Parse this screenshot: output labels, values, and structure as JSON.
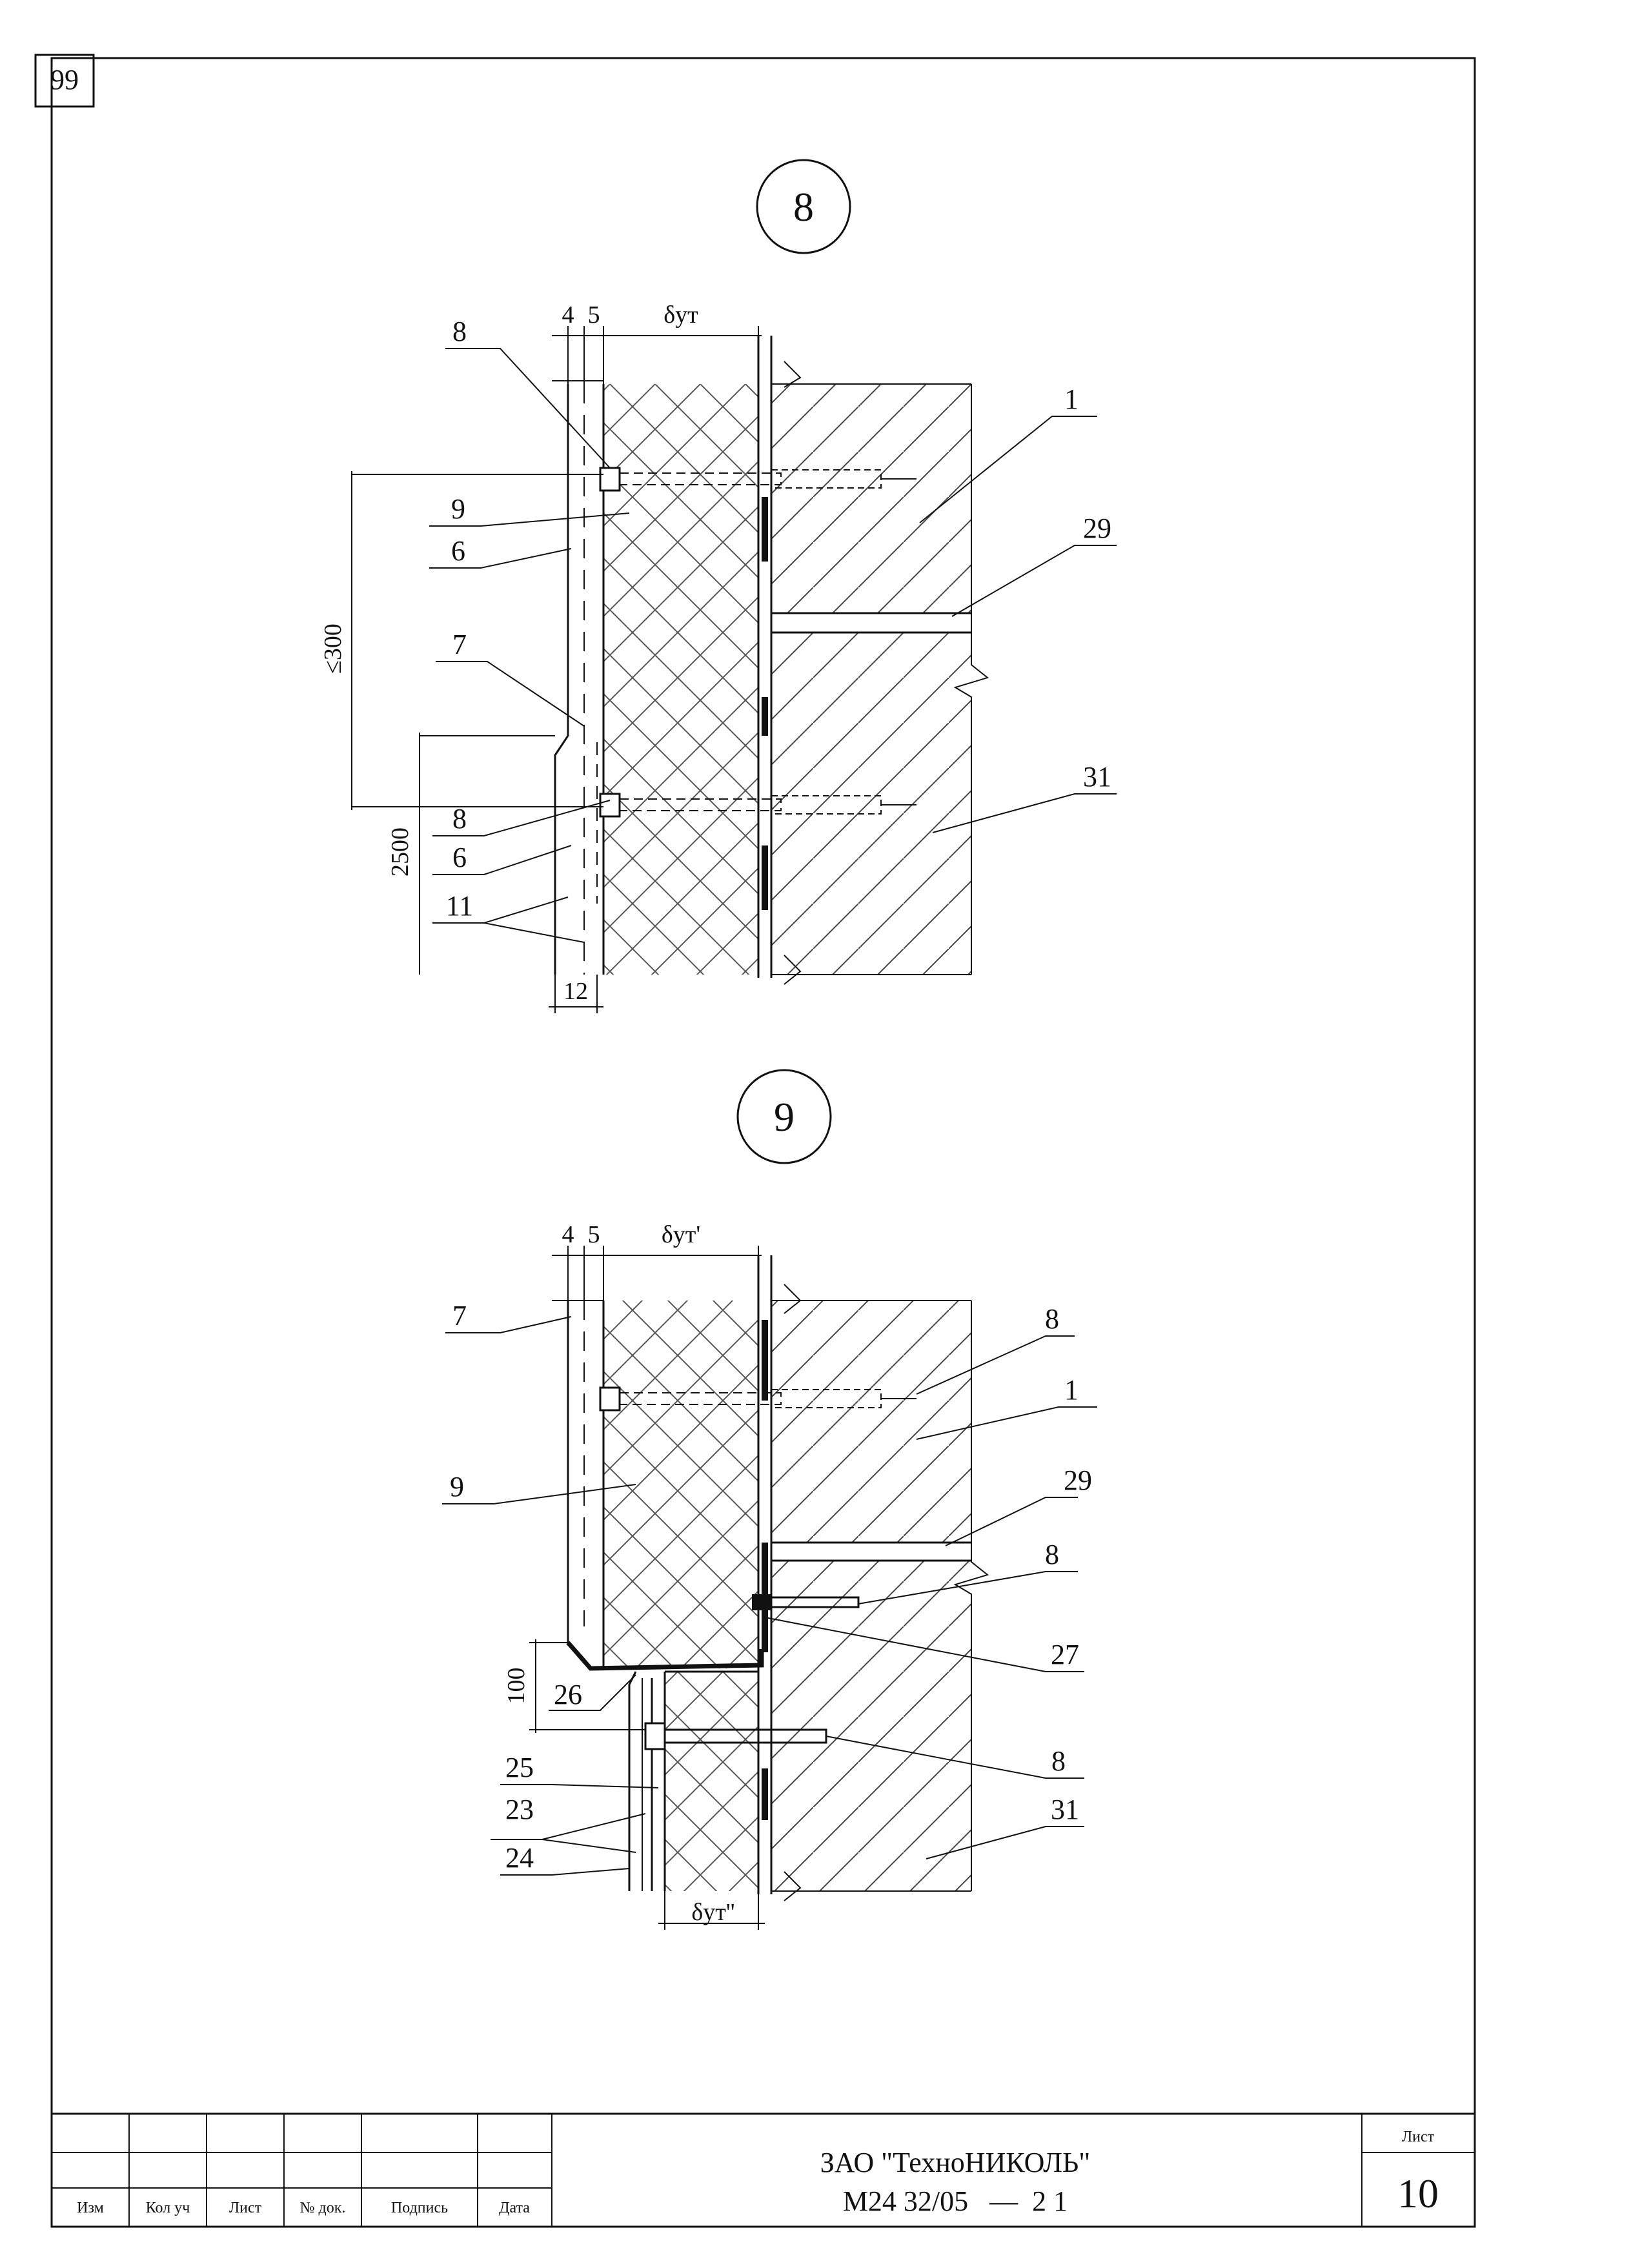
{
  "page_number": "99",
  "details": [
    {
      "number": "8",
      "dims": {
        "d_top_a": "4",
        "d_top_b": "5",
        "d_insul": "δут",
        "d_side_300": "≤300",
        "d_side_2500": "2500",
        "d_bottom": "12"
      },
      "labels": [
        "8",
        "9",
        "6",
        "7",
        "8",
        "6",
        "11",
        "1",
        "29",
        "31"
      ]
    },
    {
      "number": "9",
      "dims": {
        "d_top_a": "4",
        "d_top_b": "5",
        "d_insul": "δут'",
        "d_side_100": "100",
        "d_bottom": "δут''"
      },
      "labels": [
        "7",
        "9",
        "26",
        "25",
        "23",
        "24",
        "8",
        "1",
        "29",
        "8",
        "27",
        "8",
        "31"
      ]
    }
  ],
  "title_block": {
    "columns": [
      "Изм",
      "Кол уч",
      "Лист",
      "№ док.",
      "Подпись",
      "Дата"
    ],
    "company": "ЗАО \"ТехноНИКОЛЬ\"",
    "code": "М24 32/05   —  2 1",
    "sheet_label": "Лист",
    "sheet_number": "10"
  }
}
